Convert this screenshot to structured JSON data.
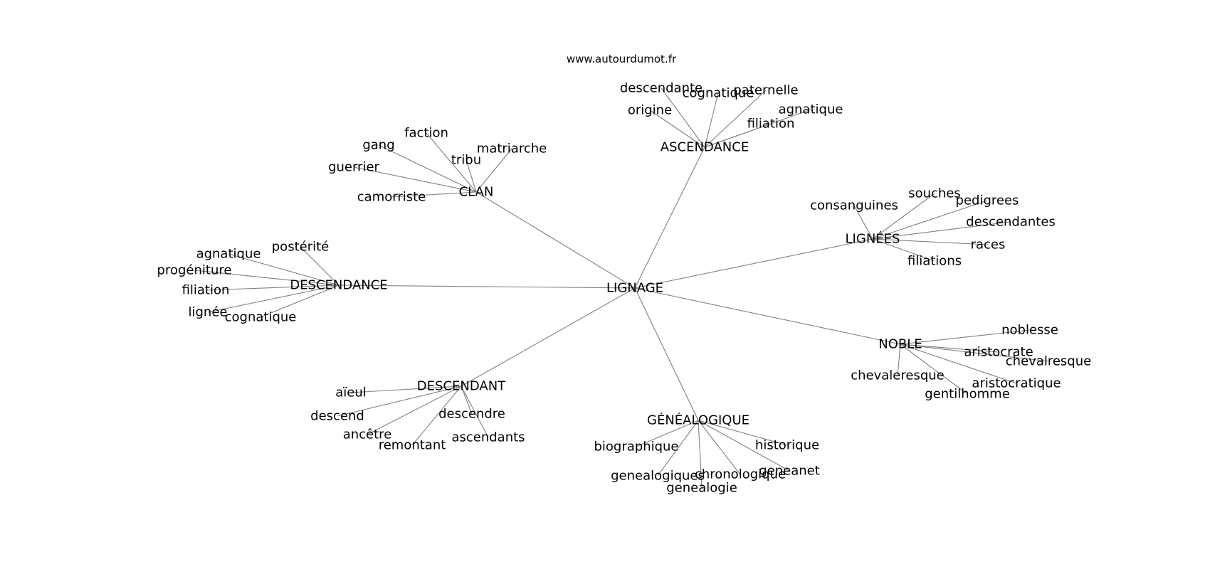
{
  "site": "www.autourdumot.fr",
  "edge_color": "#808080",
  "graph": {
    "center": "LIGNAGE",
    "clusters": [
      {
        "hub": "ASCENDANCE",
        "leaves": [
          "descendante",
          "cognatique",
          "paternelle",
          "origine",
          "agnatique",
          "filiation"
        ]
      },
      {
        "hub": "CLAN",
        "leaves": [
          "faction",
          "gang",
          "matriarche",
          "tribu",
          "guerrier",
          "camorriste"
        ]
      },
      {
        "hub": "LIGNÉES",
        "leaves": [
          "souches",
          "consanguines",
          "pedigrees",
          "descendantes",
          "races",
          "filiations"
        ]
      },
      {
        "hub": "DESCENDANCE",
        "leaves": [
          "postérité",
          "agnatique",
          "progéniture",
          "filiation",
          "lignée",
          "cognatique"
        ]
      },
      {
        "hub": "NOBLE",
        "leaves": [
          "noblesse",
          "aristocrate",
          "chevalresque",
          "chevaleresque",
          "aristocratique",
          "gentilhomme"
        ]
      },
      {
        "hub": "DESCENDANT",
        "leaves": [
          "aïeul",
          "descend",
          "descendre",
          "ancêtre",
          "ascendants",
          "remontant"
        ]
      },
      {
        "hub": "GÉNÉALOGIQUE",
        "leaves": [
          "biographique",
          "historique",
          "genealogiques",
          "chronologique",
          "geneanet",
          "genealogie"
        ]
      }
    ]
  }
}
